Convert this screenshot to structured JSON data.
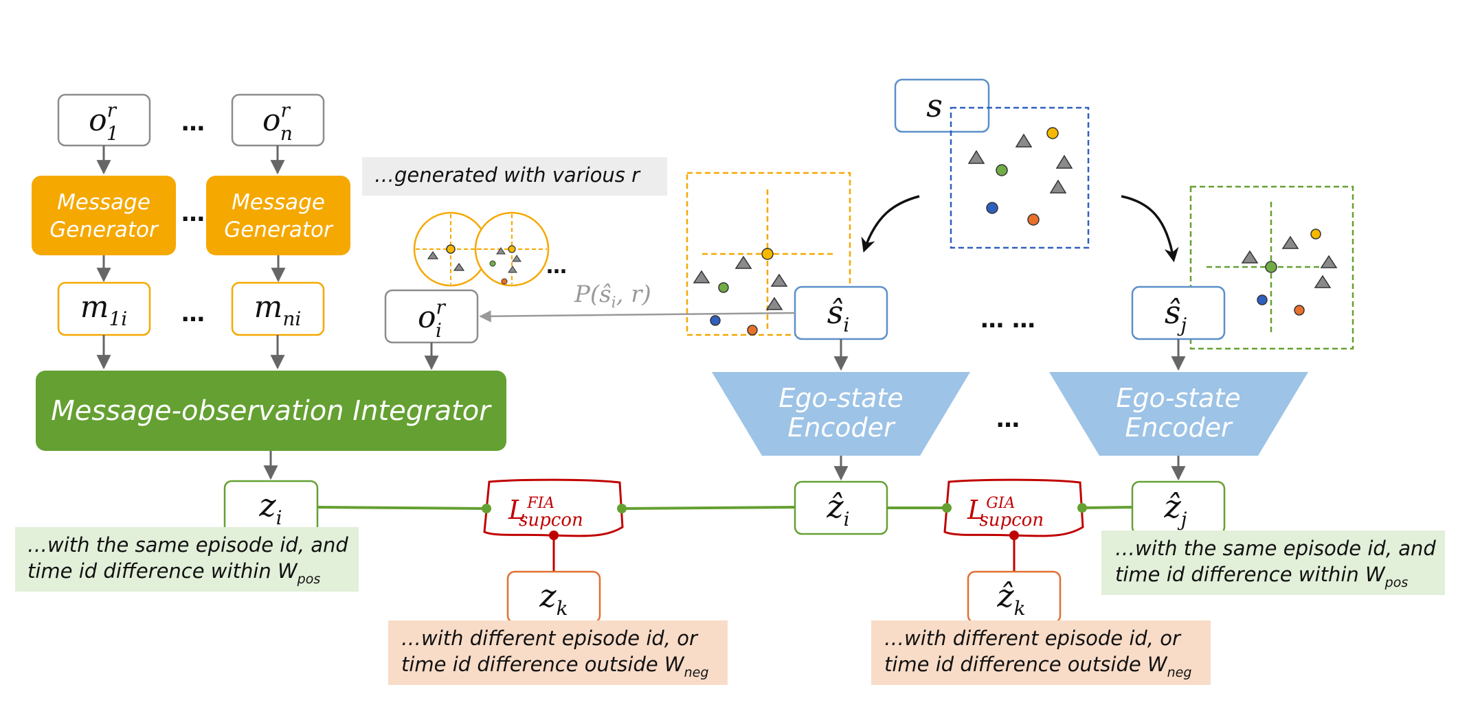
{
  "observations": {
    "o1": {
      "base": "o",
      "sup": "r",
      "sub": "1"
    },
    "on": {
      "base": "o",
      "sup": "r",
      "sub": "n"
    },
    "oi": {
      "base": "o",
      "sup": "r",
      "sub": "i"
    }
  },
  "ellipsis": "…",
  "ellipsis_double": "… …",
  "message_generator_line1": "Message",
  "message_generator_line2": "Generator",
  "messages": {
    "m1i": {
      "base": "m",
      "sub": "1i"
    },
    "mni": {
      "base": "m",
      "sub": "ni"
    }
  },
  "integrator_label": "Message-observation Integrator",
  "generated_note": "…generated with various r",
  "projection_label": {
    "prefix": "P(",
    "base": "ŝ",
    "sub": "i",
    "suffix": ", r)"
  },
  "state_label": "s",
  "ego_states": {
    "si": {
      "base": "ŝ",
      "sub": "i"
    },
    "sj": {
      "base": "ŝ",
      "sub": "j"
    }
  },
  "encoder_line1": "Ego-state",
  "encoder_line2": "Encoder",
  "embeddings": {
    "zi": {
      "base": "z",
      "sub": "i"
    },
    "zk": {
      "base": "z",
      "sub": "k"
    },
    "zhat_i": {
      "base": "ẑ",
      "sub": "i"
    },
    "zhat_j": {
      "base": "ẑ",
      "sub": "j"
    },
    "zhat_k": {
      "base": "ẑ",
      "sub": "k"
    }
  },
  "losses": {
    "fia": {
      "base": "L",
      "sup": "FIA",
      "sub": "supcon"
    },
    "gia": {
      "base": "L",
      "sup": "GIA",
      "sub": "supcon"
    }
  },
  "positive_note": {
    "line1": "…with the same episode id, and",
    "line2": "time id difference within W",
    "sub": "pos"
  },
  "negative_note": {
    "line1": "…with different episode id, or",
    "line2": "time id difference outside W",
    "sub": "neg"
  },
  "colors": {
    "orange": "#F5A800",
    "gray_box": "#8c8c8c",
    "green": "#64A032",
    "green_fill": "#E2EFD9",
    "blue": "#5B8FC9",
    "blue_fill": "#9DC3E6",
    "red": "#C00000",
    "neg_fill": "#F8DCC8",
    "neg_border": "#E07030",
    "arrow": "#666666",
    "gray_note": "#EDEDED",
    "dot_green": "#70AD47",
    "dot_blue": "#2F5FBF",
    "dot_orange": "#E8702A",
    "dot_yellow": "#F5B800",
    "tri_gray": "#8a8a8a"
  }
}
